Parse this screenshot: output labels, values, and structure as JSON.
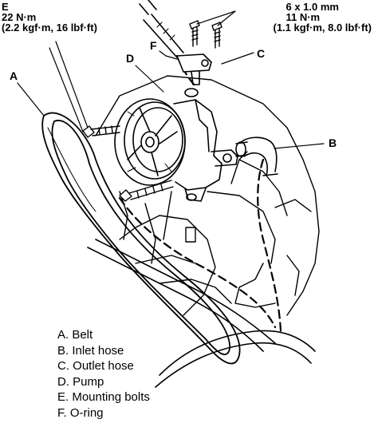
{
  "specs": {
    "left": {
      "letter": "E",
      "torque": "22 N·m",
      "alt_units": "(2.2 kgf·m, 16 lbf·ft)"
    },
    "right": {
      "size": "6 x 1.0 mm",
      "torque": "11 N·m",
      "alt_units": "(1.1 kgf·m, 8.0 lbf·ft)"
    }
  },
  "callouts": {
    "a": "A",
    "b": "B",
    "c": "C",
    "d": "D",
    "f": "F"
  },
  "legend": [
    "A. Belt",
    "B. Inlet hose",
    "C. Outlet hose",
    "D. Pump",
    "E. Mounting bolts",
    "F. O-ring"
  ]
}
